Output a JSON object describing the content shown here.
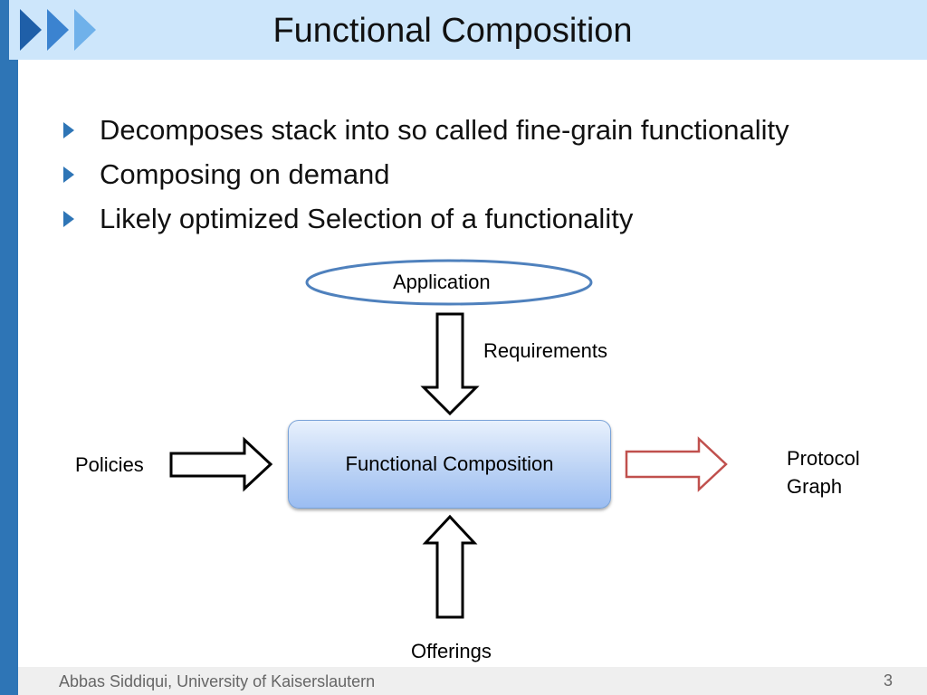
{
  "slide": {
    "title": "Functional Composition",
    "bullets": [
      "Decomposes stack into so called fine-grain functionality",
      "Composing on demand",
      "Likely optimized Selection of a functionality"
    ]
  },
  "diagram": {
    "application": "Application",
    "requirements": "Requirements",
    "center": "Functional Composition",
    "policies": "Policies",
    "output_line1": "Protocol",
    "output_line2": "Graph",
    "offerings": "Offerings"
  },
  "footer": {
    "author": "Abbas Siddiqui, University of Kaiserslautern",
    "page_number": "3"
  },
  "colors": {
    "accent": "#2e75b6",
    "title_band": "#cde6fb",
    "output_arrow": "#c0504d"
  }
}
